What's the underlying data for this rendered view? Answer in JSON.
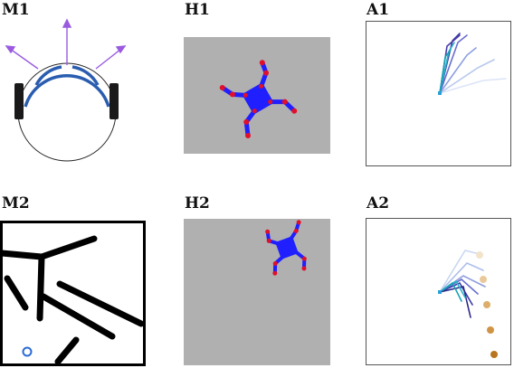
{
  "panels": {
    "m1": {
      "label": "M1"
    },
    "h1": {
      "label": "H1"
    },
    "a1": {
      "label": "A1"
    },
    "m2": {
      "label": "M2"
    },
    "h2": {
      "label": "H2"
    },
    "a2": {
      "label": "A2"
    }
  },
  "colors": {
    "robot_arc": "#2a5db0",
    "wheel": "#1a1a1a",
    "arrow": "#9a5be0",
    "sim_bg": "#b0b0b0",
    "robot_body": "#1f1fff",
    "robot_joint": "#e0102a",
    "arm_dark": "#2a2a9a",
    "arm_light": "#c9d7f2",
    "arm_teal": "#2ab3c7",
    "target": "#c98a2e",
    "maze_wall": "#000000",
    "goal_ring": "#2a6bd6"
  }
}
